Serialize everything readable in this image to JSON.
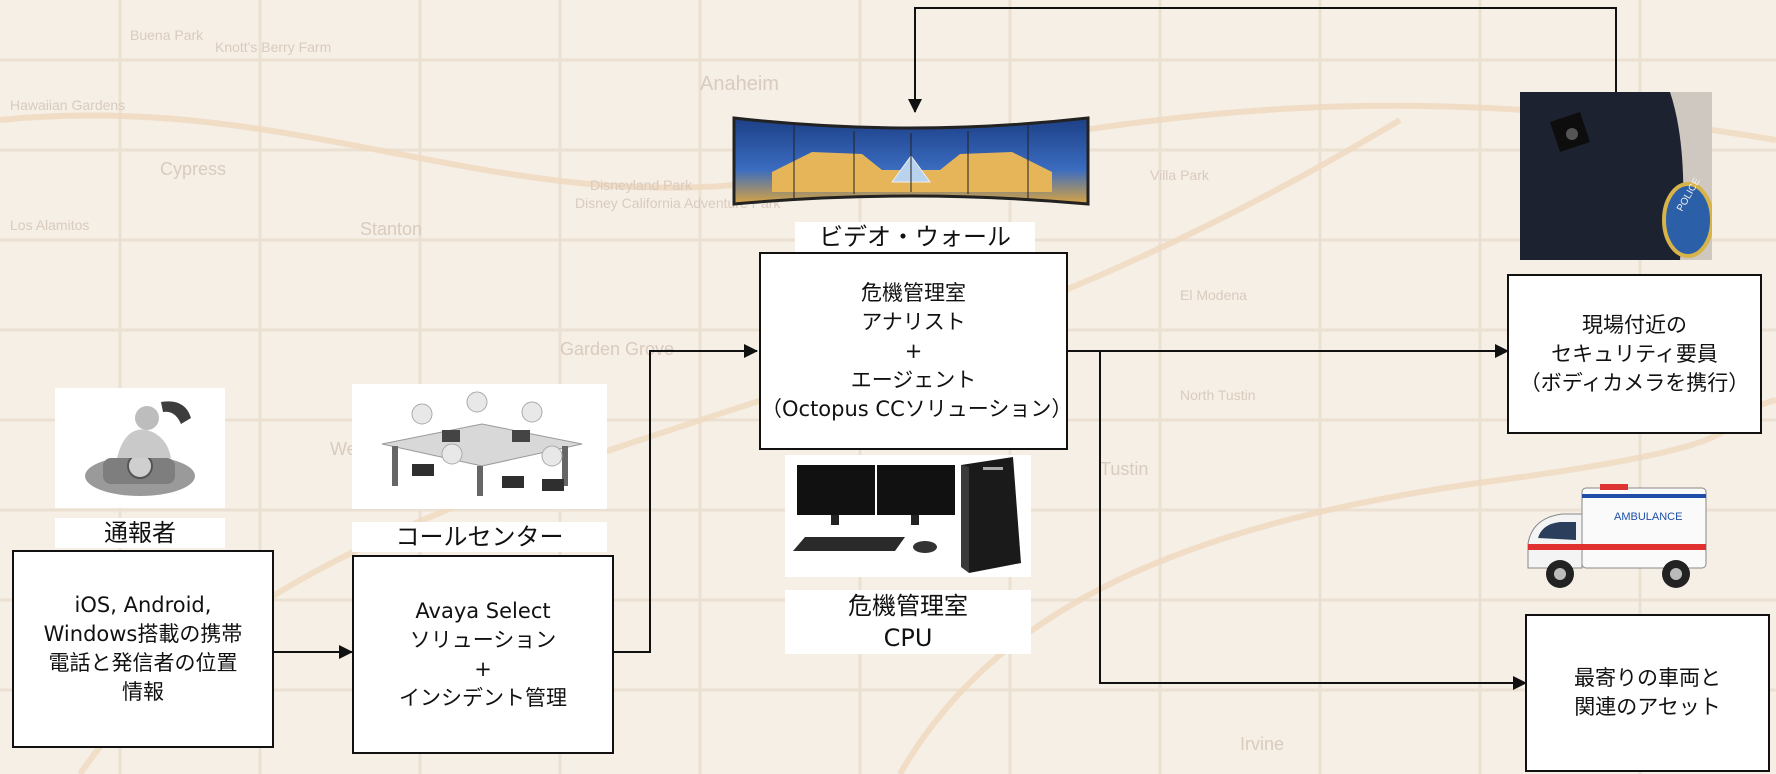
{
  "map_labels": [
    "Knott's Berry Farm",
    "Buena Park",
    "Anaheim",
    "Disneyland Park",
    "Disney California Adventure Park",
    "Stanton",
    "Cypress",
    "Los Alamitos",
    "Hawaiian Gardens",
    "Garden Grove",
    "Villa Park",
    "El Modena",
    "Tustin",
    "North Tustin",
    "Irvine",
    "Westminster"
  ],
  "caller": {
    "caption": "通報者",
    "lines": [
      "iOS, Android,",
      "Windows搭載の携帯",
      "電話と発信者の位置",
      "情報"
    ]
  },
  "call_center": {
    "caption": "コールセンター",
    "lines": [
      "Avaya Select",
      "ソリューション",
      "+",
      "インシデント管理"
    ]
  },
  "video_wall": {
    "caption": "ビデオ・ウォール"
  },
  "crisis_room": {
    "lines": [
      "危機管理室",
      "アナリスト",
      "+",
      "エージェント",
      "（Octopus CCソリューション）"
    ]
  },
  "crisis_cpu": {
    "lines": [
      "危機管理室",
      "CPU"
    ]
  },
  "security_staff": {
    "lines": [
      "現場付近の",
      "セキュリティ要員",
      "（ボディカメラを携行）"
    ]
  },
  "vehicles": {
    "lines": [
      "最寄りの車両と",
      "関連のアセット"
    ],
    "ambulance_text": "AMBULANCE"
  },
  "colors": {
    "line": "#111111",
    "box_border": "#111111",
    "map_bg": "#f6efe6"
  }
}
